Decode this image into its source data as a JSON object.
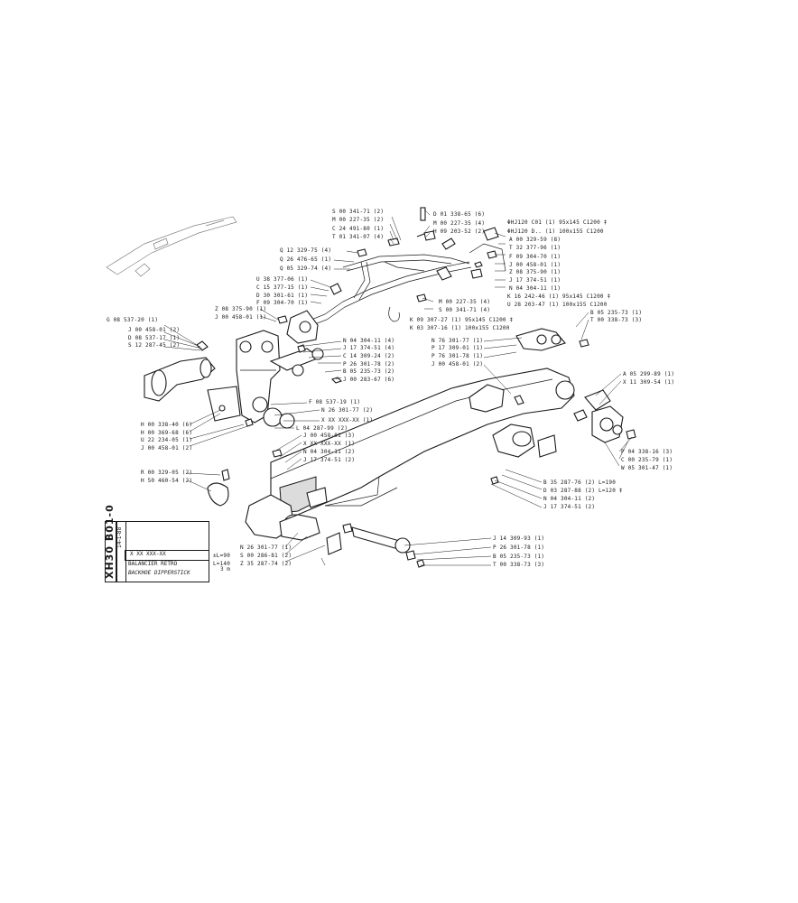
{
  "document": {
    "code": "XH30 B01-0",
    "date_code": "14-1-88",
    "ref_mask": "X XX XXX-XX",
    "title_fr": "BALANCIER RETRO",
    "title_en": "BACKHOE DIPPERSTICK",
    "length": "3 m",
    "variants": [
      {
        "size": "L=90",
        "ref": "S 00 286-81 (2)"
      },
      {
        "size": "L=140",
        "ref": "Z 35 287-74 (2)"
      }
    ],
    "variant_prefix": "±L=90",
    "variant_row_ref": "N 26 301-77 (1)"
  },
  "callouts": [
    {
      "id": "c1",
      "text": "S 00 341-71 (2)"
    },
    {
      "id": "c2",
      "text": "M 00 227-35 (2)"
    },
    {
      "id": "c3",
      "text": "C 24 491-80 (1)"
    },
    {
      "id": "c4",
      "text": "T 01 341-07 (4)"
    },
    {
      "id": "c5",
      "text": "D 01 338-65 (6)"
    },
    {
      "id": "c6",
      "text": "M 00 227-35 (4)"
    },
    {
      "id": "c7",
      "text": "H 09 203-52 (2)"
    },
    {
      "id": "c8",
      "text": "Q 12 329-75 (4)"
    },
    {
      "id": "c9",
      "text": "Q 26 476-65 (1)"
    },
    {
      "id": "c10",
      "text": "Q 05 329-74 (4)"
    },
    {
      "id": "c11",
      "text": "U 38 377-06 (1)"
    },
    {
      "id": "c12",
      "text": "C 15 377-15 (1)"
    },
    {
      "id": "c13",
      "text": "D 30 301-61 (1)"
    },
    {
      "id": "c14",
      "text": "F 09 304-70 (1)"
    },
    {
      "id": "c15",
      "text": "Z 08 375-90 (1)"
    },
    {
      "id": "c16",
      "text": "J 00 458-01 (1)"
    },
    {
      "id": "c17",
      "text": "ΦHJ120  C01 (1) 95x145 C1200 ‡"
    },
    {
      "id": "c18",
      "text": "ΦHJ120  D.. (1) 100x155 C1200"
    },
    {
      "id": "c19",
      "text": "A 00 329-59 (8)"
    },
    {
      "id": "c20",
      "text": "T 32 377-96 (1)"
    },
    {
      "id": "c21",
      "text": "F 09 304-70 (1)"
    },
    {
      "id": "c22",
      "text": "J 00 458-01 (1)"
    },
    {
      "id": "c23",
      "text": "Z 08 375-90 (1)"
    },
    {
      "id": "c24",
      "text": "J 17 374-51 (1)"
    },
    {
      "id": "c25",
      "text": "N 04 304-11 (1)"
    },
    {
      "id": "c26",
      "text": "K 16 242-46 (1) 95x145 C1200 ‡"
    },
    {
      "id": "c27",
      "text": "U 28 203-47 (1) 100x155 C1200"
    },
    {
      "id": "c28",
      "text": "M 00 227-35 (4)"
    },
    {
      "id": "c29",
      "text": "S 00 341-71 (4)"
    },
    {
      "id": "c30",
      "text": "K 09 307-27 (1) 95x145 C1200 ‡"
    },
    {
      "id": "c31",
      "text": "K 03 307-16 (1) 100x155 C1200"
    },
    {
      "id": "c32",
      "text": "B 05 235-73 (1)"
    },
    {
      "id": "c33",
      "text": "T 00 338-73 (3)"
    },
    {
      "id": "c34",
      "text": "G 08 537-20 (1)"
    },
    {
      "id": "c35",
      "text": "J 00 458-01 (2)"
    },
    {
      "id": "c36",
      "text": "D 08 537-17 (1)"
    },
    {
      "id": "c37",
      "text": "S 12 287-45 (2)"
    },
    {
      "id": "c38",
      "text": "N 04 304-11 (4)"
    },
    {
      "id": "c39",
      "text": "J 17 374-51 (4)"
    },
    {
      "id": "c40",
      "text": "C 14 309-24 (2)"
    },
    {
      "id": "c41",
      "text": "P 26 301-78 (2)"
    },
    {
      "id": "c42",
      "text": "B 05 235-73 (2)"
    },
    {
      "id": "c43",
      "text": "J 00 283-67 (6)"
    },
    {
      "id": "c44",
      "text": "N 76 301-77 (1)"
    },
    {
      "id": "c45",
      "text": "P 17 309-01 (1)"
    },
    {
      "id": "c46",
      "text": "P 76 301-78 (1)"
    },
    {
      "id": "c47",
      "text": "J 00 458-01 (2)"
    },
    {
      "id": "c48",
      "text": "A 05 299-89 (1)"
    },
    {
      "id": "c49",
      "text": "X 11 309-54 (1)"
    },
    {
      "id": "c50",
      "text": "F 08 537-19 (1)"
    },
    {
      "id": "c51",
      "text": "N 26 301-77 (2)"
    },
    {
      "id": "c52",
      "text": "X XX XXX-XX (1)"
    },
    {
      "id": "c53",
      "text": "L 04 287-99 (2)"
    },
    {
      "id": "c54",
      "text": "H 00 338-40 (6)"
    },
    {
      "id": "c55",
      "text": "H 00 369-68 (6)"
    },
    {
      "id": "c56",
      "text": "U 22 234-05 (1)"
    },
    {
      "id": "c57",
      "text": "J 00 458-01 (2)"
    },
    {
      "id": "c58",
      "text": "J 00 458-01 (3)"
    },
    {
      "id": "c59",
      "text": "X XX XXX-XX (1)"
    },
    {
      "id": "c60",
      "text": "N 04 304-11 (2)"
    },
    {
      "id": "c61",
      "text": "J 17 374-51 (2)"
    },
    {
      "id": "c62",
      "text": "P 04 338-16 (3)"
    },
    {
      "id": "c63",
      "text": "C 00 235-79 (1)"
    },
    {
      "id": "c64",
      "text": "W 05 301-47 (1)"
    },
    {
      "id": "c65",
      "text": "R 00 329-05 (2)"
    },
    {
      "id": "c66",
      "text": "H 50 460-54 (2)"
    },
    {
      "id": "c67",
      "text": "B 35 287-76 (2) L=190"
    },
    {
      "id": "c68",
      "text": "D 03 287-88 (2) L=120 ‡"
    },
    {
      "id": "c69",
      "text": "N 04 304-11 (2)"
    },
    {
      "id": "c70",
      "text": "J 17 374-51 (2)"
    },
    {
      "id": "c71",
      "text": "J 14 309-93 (1)"
    },
    {
      "id": "c72",
      "text": "P 26 301-78 (1)"
    },
    {
      "id": "c73",
      "text": "B 05 235-73 (1)"
    },
    {
      "id": "c74",
      "text": "T 00 338-73 (3)"
    }
  ]
}
